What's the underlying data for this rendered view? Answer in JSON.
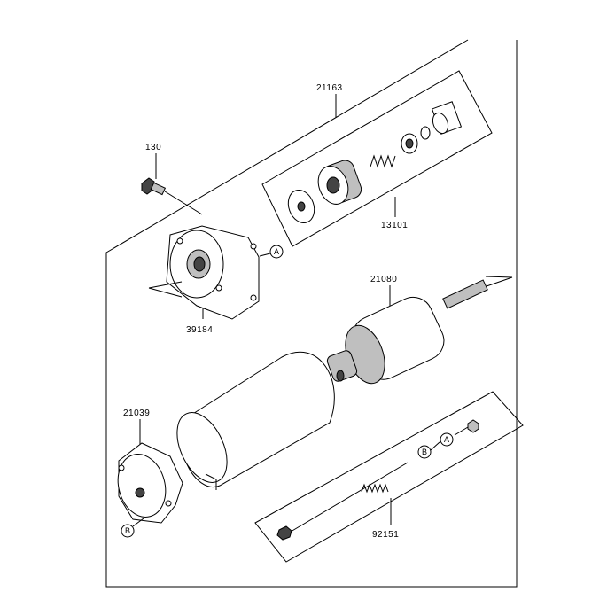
{
  "parts": {
    "p21163": "21163",
    "p130": "130",
    "p13101": "13101",
    "p39184": "39184",
    "p21080": "21080",
    "p21039": "21039",
    "p92151": "92151"
  },
  "callouts": {
    "a_housing": "A",
    "a_rod": "A",
    "b_rod": "B",
    "b_endcap": "B"
  }
}
